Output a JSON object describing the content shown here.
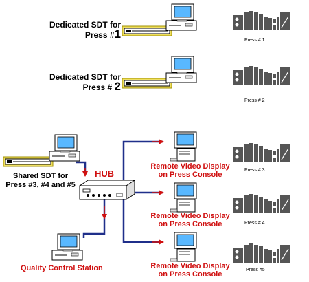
{
  "labels": {
    "sdt1_line1": "Dedicated SDT for",
    "sdt1_line2": "Press #",
    "sdt1_num": "1",
    "sdt2_line1": "Dedicated SDT for",
    "sdt2_line2": "Press #",
    "sdt2_num": "2",
    "shared_line1": "Shared SDT for",
    "shared_line2": "Press #3, #4 and #5",
    "hub": "HUB",
    "qcs": "Quality Control Station",
    "remote_line1": "Remote Video Display",
    "remote_line2": "on Press Console"
  },
  "presses": [
    "Press # 1",
    "Press # 2",
    "Press # 3",
    "Press # 4",
    "Press #5"
  ],
  "colors": {
    "line": "#1f2f8a",
    "arrow": "#d01010",
    "tray": "#f0e060",
    "tray_border": "#a09000",
    "screen": "#59b8ff",
    "computer": "#ffffff",
    "press": "#555555"
  }
}
